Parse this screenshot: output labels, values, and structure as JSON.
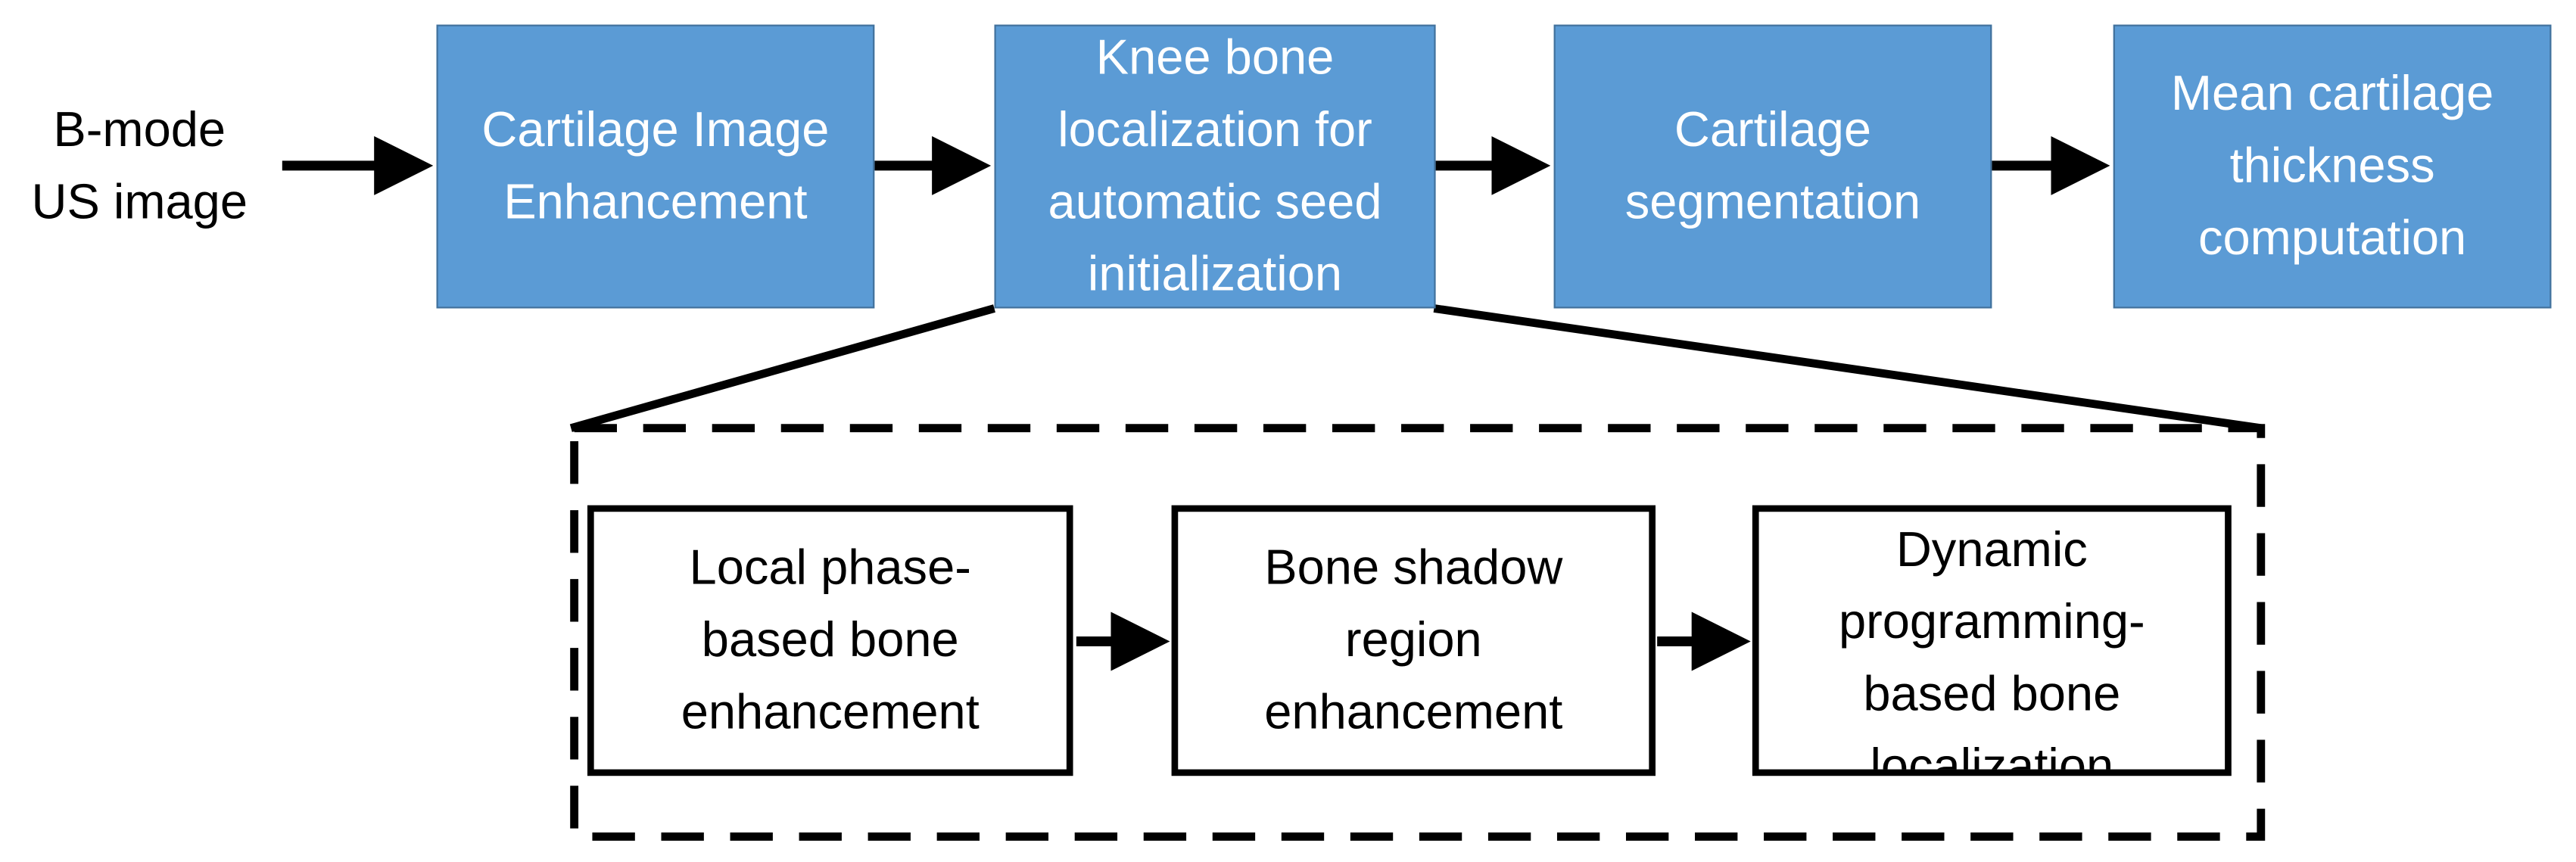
{
  "input": {
    "label": "B-mode\nUS image"
  },
  "pipeline": {
    "steps": [
      {
        "label": "Cartilage Image\nEnhancement"
      },
      {
        "label": "Knee bone\nlocalization for\nautomatic seed\ninitialization"
      },
      {
        "label": "Cartilage\nsegmentation"
      },
      {
        "label": "Mean cartilage\nthickness\ncomputation"
      }
    ]
  },
  "detail": {
    "steps": [
      {
        "label": "Local phase-\nbased bone\nenhancement"
      },
      {
        "label": "Bone shadow\nregion\nenhancement"
      },
      {
        "label": "Dynamic\nprogramming-\nbased bone\nlocalization"
      }
    ]
  },
  "colors": {
    "step_fill": "#5b9bd5",
    "step_border": "#41719c",
    "step_text": "#ffffff",
    "line": "#000000"
  }
}
